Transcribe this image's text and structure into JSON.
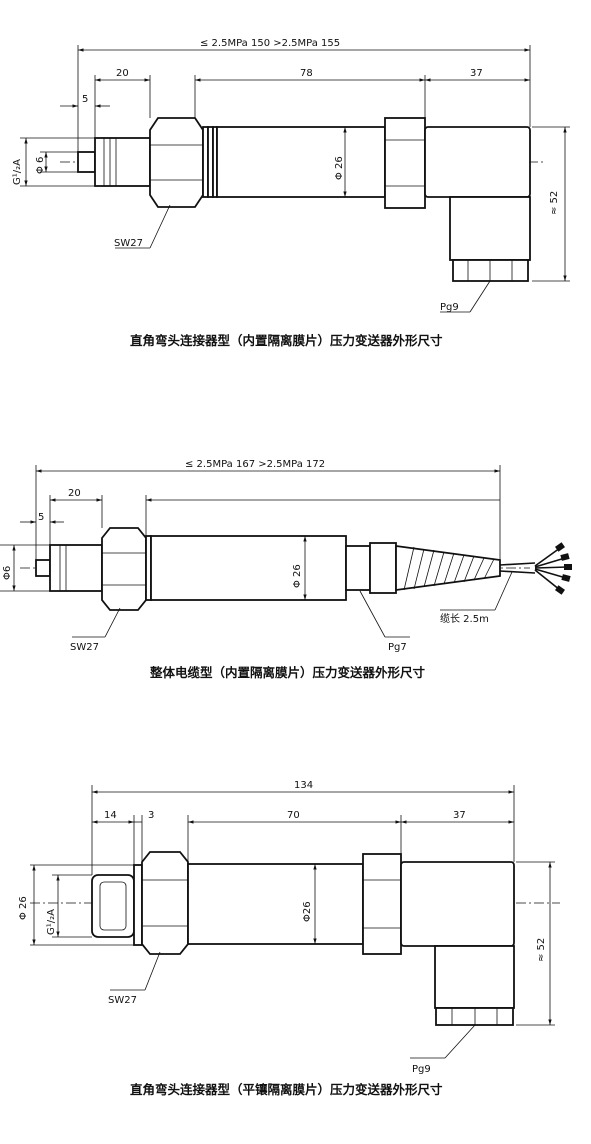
{
  "drawing1": {
    "overall": "≤ 2.5MPa  150      >2.5MPa  155",
    "d20": "20",
    "d78": "78",
    "d37": "37",
    "d5": "5",
    "phi26": "Φ 26",
    "thread": "G¹/₂A",
    "phi6": "Φ 6",
    "height": "≈ 52",
    "sw": "SW27",
    "pg": "Pg9",
    "caption": "直角弯头连接器型（内置隔离膜片）压力变送器外形尺寸"
  },
  "drawing2": {
    "overall": "≤ 2.5MPa  167      >2.5MPa  172",
    "d20": "20",
    "d5": "5",
    "phi6": "Φ6",
    "phi26": "Φ 26",
    "sw": "SW27",
    "pg": "Pg7",
    "cable": "缆长 2.5m",
    "caption": "整体电缆型（内置隔离膜片）压力变送器外形尺寸"
  },
  "drawing3": {
    "overall": "134",
    "d14": "14",
    "d3": "3",
    "d70": "70",
    "d37": "37",
    "phi26_left": "Φ 26",
    "thread": "G¹/₂A",
    "phi26": "Φ26",
    "height": "≈ 52",
    "sw": "SW27",
    "pg": "Pg9",
    "caption": "直角弯头连接器型（平镶隔离膜片）压力变送器外形尺寸"
  }
}
